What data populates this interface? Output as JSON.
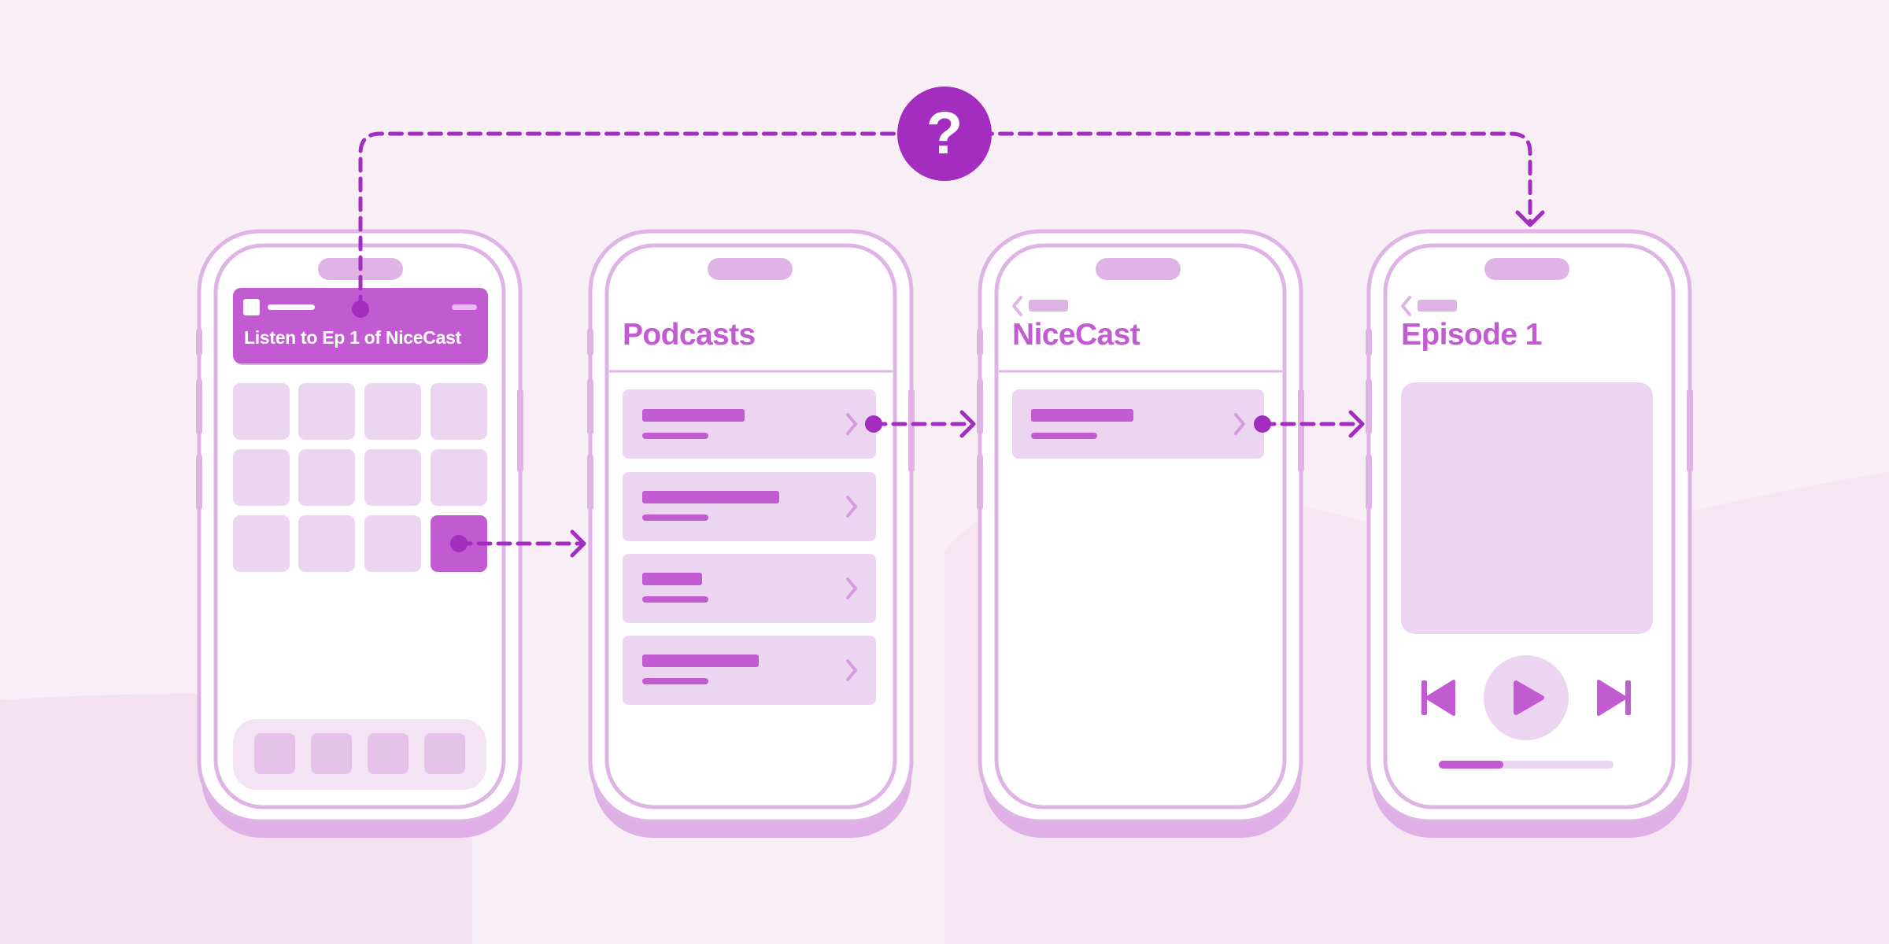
{
  "notification": {
    "text": "Listen to Ep 1 of NiceCast"
  },
  "screens": {
    "podcasts": {
      "title": "Podcasts"
    },
    "show": {
      "title": "NiceCast"
    },
    "episode": {
      "title": "Episode 1"
    }
  },
  "flow": {
    "question_symbol": "?"
  },
  "icons": {
    "back": "chevron-left-icon",
    "row": "chevron-right-icon",
    "previous": "skip-back-icon",
    "play": "play-icon",
    "next": "skip-forward-icon"
  },
  "player": {
    "progress": 0.37
  },
  "colors": {
    "background": "#f8eef6",
    "phone_outline": "#e0b3e7",
    "phone_shadow": "#deb0e6",
    "tile": "#ecd5f0",
    "accent": "#c25bd2",
    "flow_line": "#a22dbf",
    "screen": "#ffffff"
  }
}
